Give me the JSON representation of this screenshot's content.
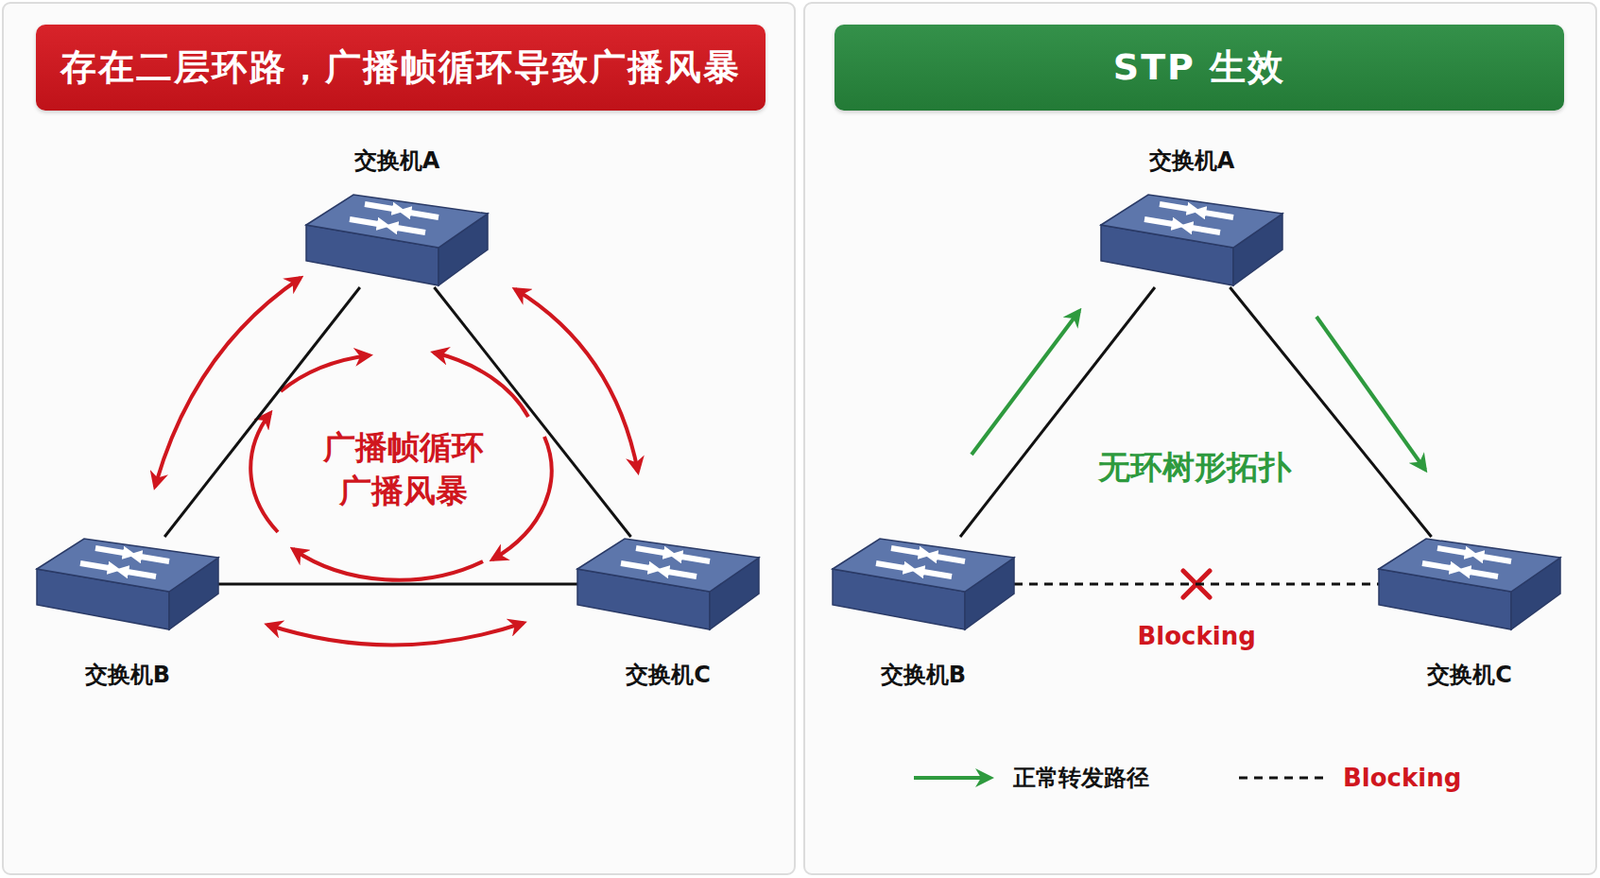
{
  "diagram": {
    "nodes": [
      {
        "text": [
          "存在二层环路，广播帧循环导致广播风暴"
        ]
      },
      {
        "text": [
          "交换机A"
        ]
      },
      {
        "text": [
          "交换机B"
        ]
      },
      {
        "text": [
          "交换机C"
        ]
      },
      {
        "text": [
          "STP 生效"
        ]
      },
      {
        "text": [
          "交换机A"
        ]
      },
      {
        "text": [
          "交换机B"
        ]
      },
      {
        "text": [
          "交换机C"
        ]
      }
    ],
    "edges": [
      {
        "from": 1,
        "to": 2,
        "arrow": "none"
      },
      {
        "from": 1,
        "to": 3,
        "arrow": "none"
      },
      {
        "from": 2,
        "to": 3,
        "arrow": "none"
      },
      {
        "from": 5,
        "to": 6,
        "arrow": "none"
      },
      {
        "from": 5,
        "to": 7,
        "arrow": "none"
      },
      {
        "from": 6,
        "to": 7,
        "arrow": "none",
        "label": "Blocking"
      }
    ],
    "labels": [
      "广播帧循环 广播风暴",
      "无环树形拓扑"
    ],
    "legend": [
      {
        "text": "正常转发路径"
      },
      {
        "text": "Blocking"
      }
    ]
  }
}
